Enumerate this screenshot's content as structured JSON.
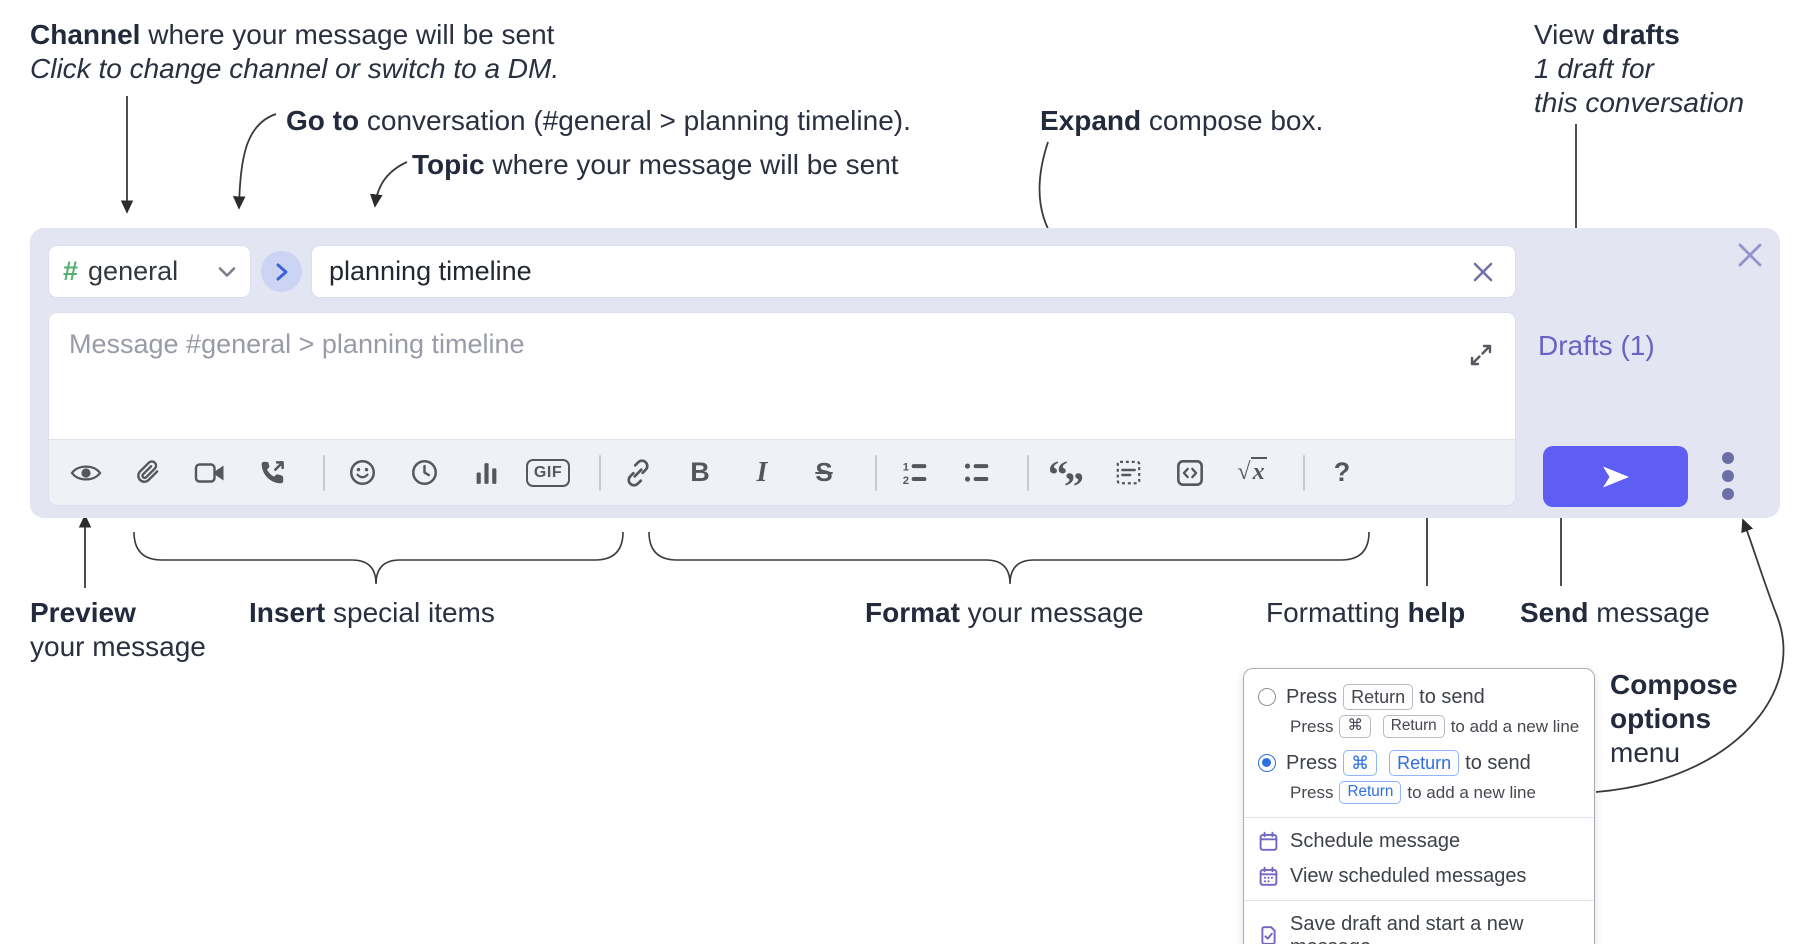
{
  "annotations": {
    "channel": {
      "bold": "Channel",
      "rest": " where your message will be sent",
      "line2": "Click to change channel or switch to a DM."
    },
    "goto": {
      "bold": "Go to",
      "rest": " conversation (#general > planning timeline)."
    },
    "topic": {
      "bold": "Topic",
      "rest": " where your message will be sent"
    },
    "expand": {
      "bold": "Expand",
      "rest": " compose box."
    },
    "view_drafts": {
      "pre": "View ",
      "bold": "drafts",
      "line2": "1 draft for",
      "line3": "this conversation"
    },
    "preview": {
      "bold": "Preview",
      "line2": "your message"
    },
    "insert": {
      "bold": "Insert",
      "rest": " special items"
    },
    "format": {
      "bold": "Format",
      "rest": " your message"
    },
    "formatting_help": {
      "pre": "Formatting ",
      "bold": "help"
    },
    "send": {
      "bold": "Send",
      "rest": " message"
    },
    "compose_options": {
      "bold1": "Compose",
      "bold2": "options",
      "line3": "menu"
    }
  },
  "compose": {
    "channel": {
      "hash": "#",
      "name": "general"
    },
    "topic_value": "planning timeline",
    "message_placeholder": "Message #general > planning timeline",
    "drafts_label": "Drafts (1)"
  },
  "toolbar": {
    "gif": "GIF",
    "bold": "B",
    "italic": "I",
    "strike": "S",
    "sqrt": "√",
    "sqrt_x": "x",
    "help": "?",
    "quote_open": "“",
    "quote_close": "”",
    "num1": "1",
    "num2": "2",
    "icon_names": [
      "preview",
      "attach-file",
      "video-call",
      "voice-call",
      "emoji",
      "time",
      "poll",
      "gif",
      "link",
      "bold",
      "italic",
      "strikethrough",
      "numbered-list",
      "bulleted-list",
      "quote",
      "spoiler",
      "code",
      "math",
      "help"
    ]
  },
  "menu": {
    "option1": {
      "selected": false,
      "press": "Press",
      "key": "Return",
      "after": "to send",
      "sub_press": "Press",
      "sub_key1": "⌘",
      "sub_key2": "Return",
      "sub_after": "to add a new line"
    },
    "option2": {
      "selected": true,
      "press": "Press",
      "key1": "⌘",
      "key2": "Return",
      "after": "to send",
      "sub_press": "Press",
      "sub_key": "Return",
      "sub_after": "to add a new line"
    },
    "items": [
      {
        "label": "Schedule message"
      },
      {
        "label": "View scheduled messages"
      },
      {
        "label": "Save draft and start a new message"
      }
    ]
  },
  "colors": {
    "panel_bg": "#e3e5f2",
    "send_button": "#5e5ef4",
    "drafts_link": "#6862c4",
    "hash_green": "#58ad72",
    "kbd_blue": "#2d6fe0",
    "menu_icon_purple": "#7166c3",
    "toolbar_icon_gray": "#54575e",
    "annotation_text": "#2a3040"
  }
}
